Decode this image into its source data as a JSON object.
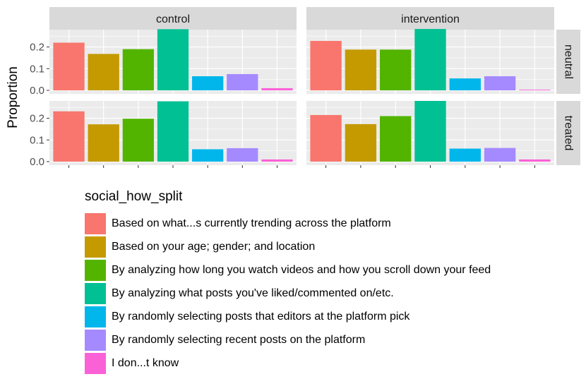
{
  "chart_data": {
    "type": "bar",
    "ylabel": "Proportion",
    "ylim": [
      0,
      0.28
    ],
    "yticks": [
      0.0,
      0.1,
      0.2
    ],
    "ytick_labels": [
      "0.0",
      "0.1",
      "0.2"
    ],
    "facet_cols": [
      "control",
      "intervention"
    ],
    "facet_rows": [
      "neutral",
      "treated"
    ],
    "legend": {
      "title": "social_how_split",
      "position": "bottom",
      "items": [
        {
          "label": "Based on what...s currently trending across the platform",
          "color": "#F8766D"
        },
        {
          "label": "Based on your age; gender; and location",
          "color": "#C49A00"
        },
        {
          "label": "By analyzing how long you watch videos and how you scroll down your feed",
          "color": "#53B400"
        },
        {
          "label": "By analyzing what posts you've liked/commented on/etc.",
          "color": "#00C094"
        },
        {
          "label": "By randomly selecting posts that editors at the platform pick",
          "color": "#00B6EB"
        },
        {
          "label": "By randomly selecting recent posts on the platform",
          "color": "#A58AFF"
        },
        {
          "label": "I don...t know",
          "color": "#FB61D7"
        }
      ]
    },
    "panels": [
      {
        "col": "control",
        "row": "neutral",
        "values": [
          0.22,
          0.168,
          0.19,
          0.282,
          0.065,
          0.075,
          0.01
        ]
      },
      {
        "col": "intervention",
        "row": "neutral",
        "values": [
          0.228,
          0.188,
          0.188,
          0.283,
          0.055,
          0.065,
          0.003
        ]
      },
      {
        "col": "control",
        "row": "treated",
        "values": [
          0.232,
          0.172,
          0.198,
          0.278,
          0.057,
          0.062,
          0.01
        ]
      },
      {
        "col": "intervention",
        "row": "treated",
        "values": [
          0.215,
          0.173,
          0.21,
          0.28,
          0.06,
          0.063,
          0.01
        ]
      }
    ],
    "grid": true
  }
}
